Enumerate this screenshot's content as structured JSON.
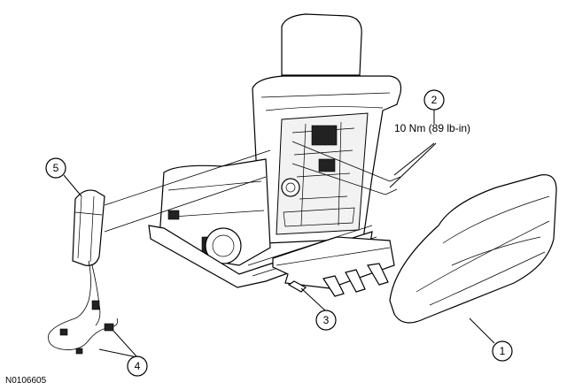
{
  "callouts": {
    "c1": "1",
    "c2": "2",
    "c3": "3",
    "c4": "4",
    "c5": "5"
  },
  "torque_spec": "10 Nm (89 lb-in)",
  "figure_id": "N0106605"
}
